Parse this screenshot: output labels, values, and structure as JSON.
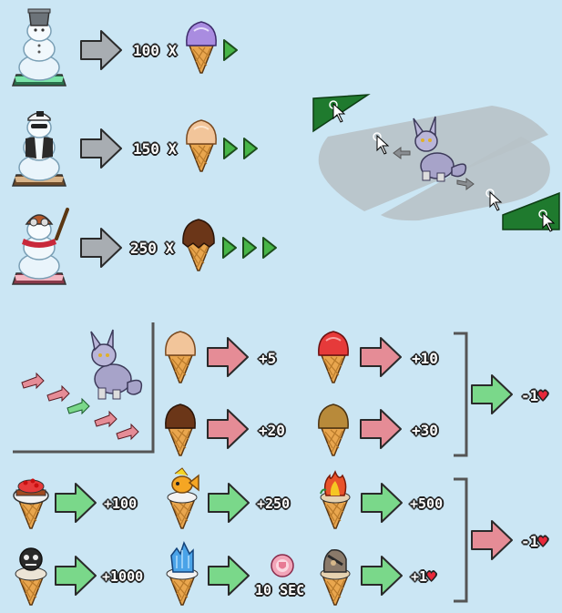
{
  "colors": {
    "background": "#cbe6f4",
    "gray_arrow": "#a8adb2",
    "green_arrow": "#7ad88a",
    "red_arrow": "#e58c96",
    "speed_triangle": "#47b547",
    "heart": "#e8283a",
    "cone": "#e9a64e",
    "floor_area": "#b8c2c8",
    "start_pad": "#1f7a2e"
  },
  "snowman_conversions": [
    {
      "snowman": "bucket-hat-snowman-icon",
      "amount": "100 X",
      "flavor": "purple",
      "speed_level": 1
    },
    {
      "snowman": "cap-vest-snowman-icon",
      "amount": "150 X",
      "flavor": "vanilla",
      "speed_level": 2
    },
    {
      "snowman": "aviator-hat-snowman-icon",
      "amount": "250 X",
      "flavor": "chocolate",
      "speed_level": 3
    }
  ],
  "pet_scoops": [
    {
      "flavor": "vanilla",
      "points": "+5"
    },
    {
      "flavor": "strawberry",
      "points": "+10"
    },
    {
      "flavor": "chocolate",
      "points": "+20"
    },
    {
      "flavor": "caramel",
      "points": "+30"
    }
  ],
  "pet_penalty": {
    "label": "-1",
    "heart": "♥"
  },
  "special_cones": [
    {
      "topping": "cake-icon",
      "points": "+100"
    },
    {
      "topping": "goldfish-icon",
      "points": "+250"
    },
    {
      "topping": "flame-icon",
      "points": "+500"
    },
    {
      "topping": "skull-icon",
      "points": "+1000"
    },
    {
      "topping": "crystal-icon",
      "reward": "shield-orb-icon",
      "points": "10 SEC"
    },
    {
      "topping": "mystery-icon",
      "points": "+1",
      "heart": "♥"
    }
  ],
  "special_penalty": {
    "label": "-1",
    "heart": "♥"
  }
}
